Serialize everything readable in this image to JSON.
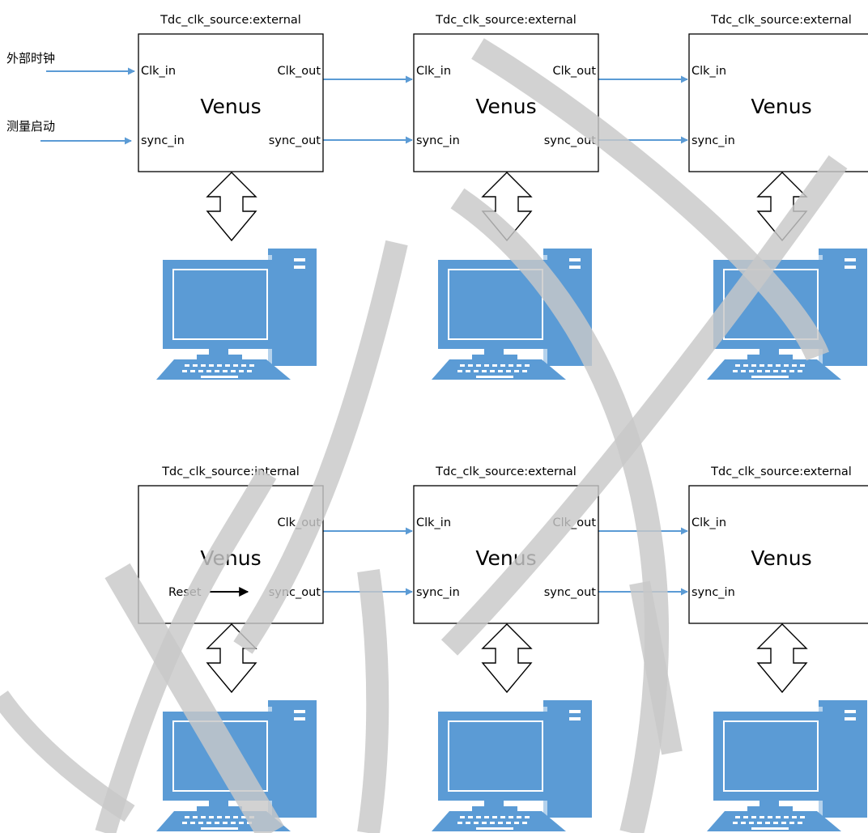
{
  "external_inputs": {
    "clock_label": "外部时钟",
    "start_label": "测量启动"
  },
  "device_name": "Venus",
  "port_labels": {
    "clk_in": "Clk_in",
    "clk_out": "Clk_out",
    "sync_in": "sync_in",
    "sync_out": "sync_out",
    "reset": "Reset"
  },
  "rows": [
    {
      "nodes": [
        {
          "config": "Tdc_clk_source:external",
          "clk_in": true,
          "sync_in": true,
          "clk_out": true,
          "sync_out": true,
          "reset": false
        },
        {
          "config": "Tdc_clk_source:external",
          "clk_in": true,
          "sync_in": true,
          "clk_out": true,
          "sync_out": true,
          "reset": false
        },
        {
          "config": "Tdc_clk_source:external",
          "clk_in": true,
          "sync_in": true,
          "clk_out": false,
          "sync_out": false,
          "reset": false
        }
      ]
    },
    {
      "nodes": [
        {
          "config": "Tdc_clk_source:internal",
          "clk_in": false,
          "sync_in": false,
          "clk_out": true,
          "sync_out": true,
          "reset": true
        },
        {
          "config": "Tdc_clk_source:external",
          "clk_in": true,
          "sync_in": true,
          "clk_out": true,
          "sync_out": true,
          "reset": false
        },
        {
          "config": "Tdc_clk_source:external",
          "clk_in": true,
          "sync_in": true,
          "clk_out": false,
          "sync_out": false,
          "reset": false
        }
      ]
    }
  ],
  "colors": {
    "link": "#5b9bd5",
    "computer_dark": "#5b9bd5",
    "computer_light": "#5b9bd5",
    "watermark": "#c8c8c8"
  },
  "icons": [
    "double-arrow-icon",
    "desktop-computer-icon"
  ]
}
